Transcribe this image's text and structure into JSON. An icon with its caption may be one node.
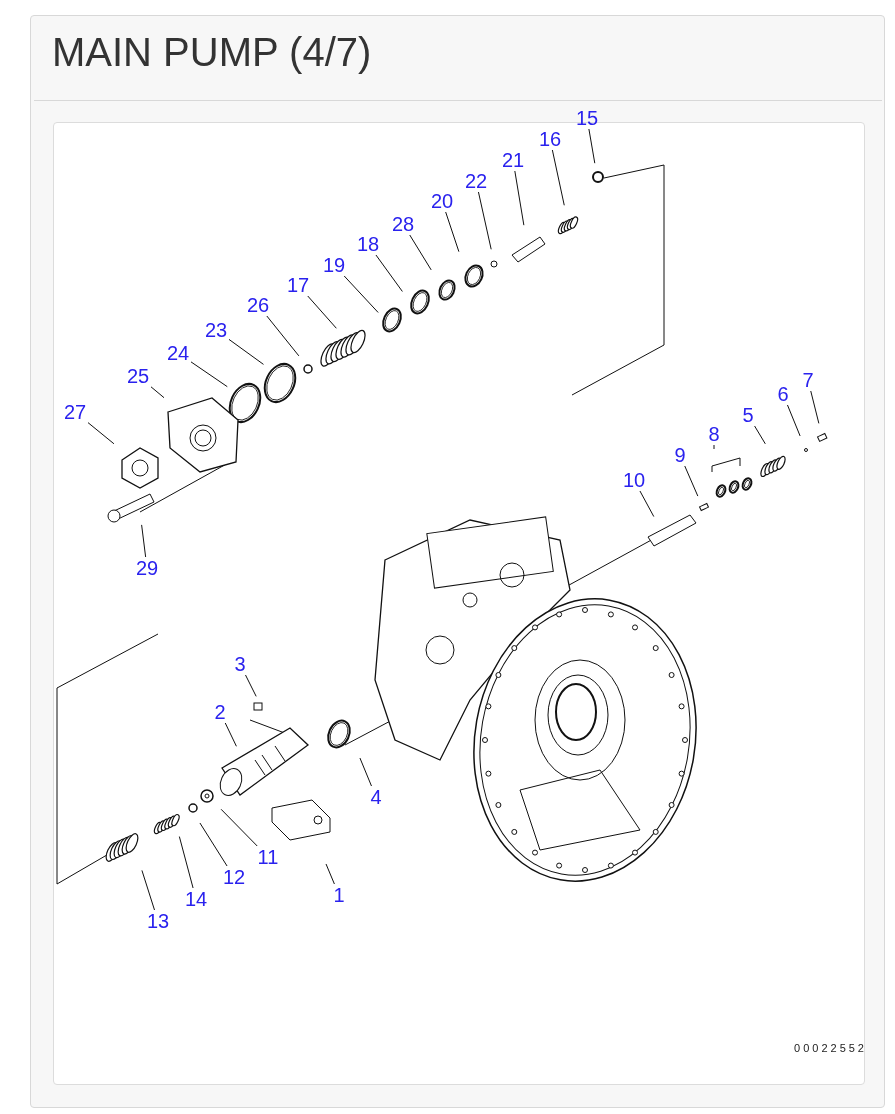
{
  "diagram": {
    "title": "MAIN PUMP (4/7)",
    "nodes": [
      {
        "text": [
          "1"
        ]
      },
      {
        "text": [
          "2"
        ]
      },
      {
        "text": [
          "3"
        ]
      },
      {
        "text": [
          "4"
        ]
      },
      {
        "text": [
          "5"
        ]
      },
      {
        "text": [
          "6"
        ]
      },
      {
        "text": [
          "7"
        ]
      },
      {
        "text": [
          "8"
        ]
      },
      {
        "text": [
          "9"
        ]
      },
      {
        "text": [
          "10"
        ]
      },
      {
        "text": [
          "11"
        ]
      },
      {
        "text": [
          "12"
        ]
      },
      {
        "text": [
          "13"
        ]
      },
      {
        "text": [
          "14"
        ]
      },
      {
        "text": [
          "15"
        ]
      },
      {
        "text": [
          "16"
        ]
      },
      {
        "text": [
          "17"
        ]
      },
      {
        "text": [
          "18"
        ]
      },
      {
        "text": [
          "19"
        ]
      },
      {
        "text": [
          "20"
        ]
      },
      {
        "text": [
          "21"
        ]
      },
      {
        "text": [
          "22"
        ]
      },
      {
        "text": [
          "23"
        ]
      },
      {
        "text": [
          "24"
        ]
      },
      {
        "text": [
          "25"
        ]
      },
      {
        "text": [
          "26"
        ]
      },
      {
        "text": [
          "27"
        ]
      },
      {
        "text": [
          "28"
        ]
      },
      {
        "text": [
          "29"
        ]
      }
    ],
    "edges": [
      {
        "from": 0,
        "to": null,
        "arrow": "none"
      },
      {
        "from": 1,
        "to": null,
        "arrow": "none"
      },
      {
        "from": 2,
        "to": null,
        "arrow": "none"
      },
      {
        "from": 3,
        "to": null,
        "arrow": "none"
      },
      {
        "from": 4,
        "to": null,
        "arrow": "none"
      },
      {
        "from": 5,
        "to": null,
        "arrow": "none"
      },
      {
        "from": 6,
        "to": null,
        "arrow": "none"
      },
      {
        "from": 7,
        "to": null,
        "arrow": "none"
      },
      {
        "from": 8,
        "to": null,
        "arrow": "none"
      },
      {
        "from": 9,
        "to": null,
        "arrow": "none"
      },
      {
        "from": 10,
        "to": null,
        "arrow": "none"
      },
      {
        "from": 11,
        "to": null,
        "arrow": "none"
      },
      {
        "from": 12,
        "to": null,
        "arrow": "none"
      },
      {
        "from": 13,
        "to": null,
        "arrow": "none"
      },
      {
        "from": 14,
        "to": null,
        "arrow": "none"
      },
      {
        "from": 15,
        "to": null,
        "arrow": "none"
      },
      {
        "from": 16,
        "to": null,
        "arrow": "none"
      },
      {
        "from": 17,
        "to": null,
        "arrow": "none"
      },
      {
        "from": 18,
        "to": null,
        "arrow": "none"
      },
      {
        "from": 19,
        "to": null,
        "arrow": "none"
      },
      {
        "from": 20,
        "to": null,
        "arrow": "none"
      },
      {
        "from": 21,
        "to": null,
        "arrow": "none"
      },
      {
        "from": 22,
        "to": null,
        "arrow": "none"
      },
      {
        "from": 23,
        "to": null,
        "arrow": "none"
      },
      {
        "from": 24,
        "to": null,
        "arrow": "none"
      },
      {
        "from": 25,
        "to": null,
        "arrow": "none"
      },
      {
        "from": 26,
        "to": null,
        "arrow": "none"
      },
      {
        "from": 27,
        "to": null,
        "arrow": "none"
      },
      {
        "from": 28,
        "to": null,
        "arrow": "none"
      }
    ],
    "labels": [
      "00022552"
    ]
  }
}
